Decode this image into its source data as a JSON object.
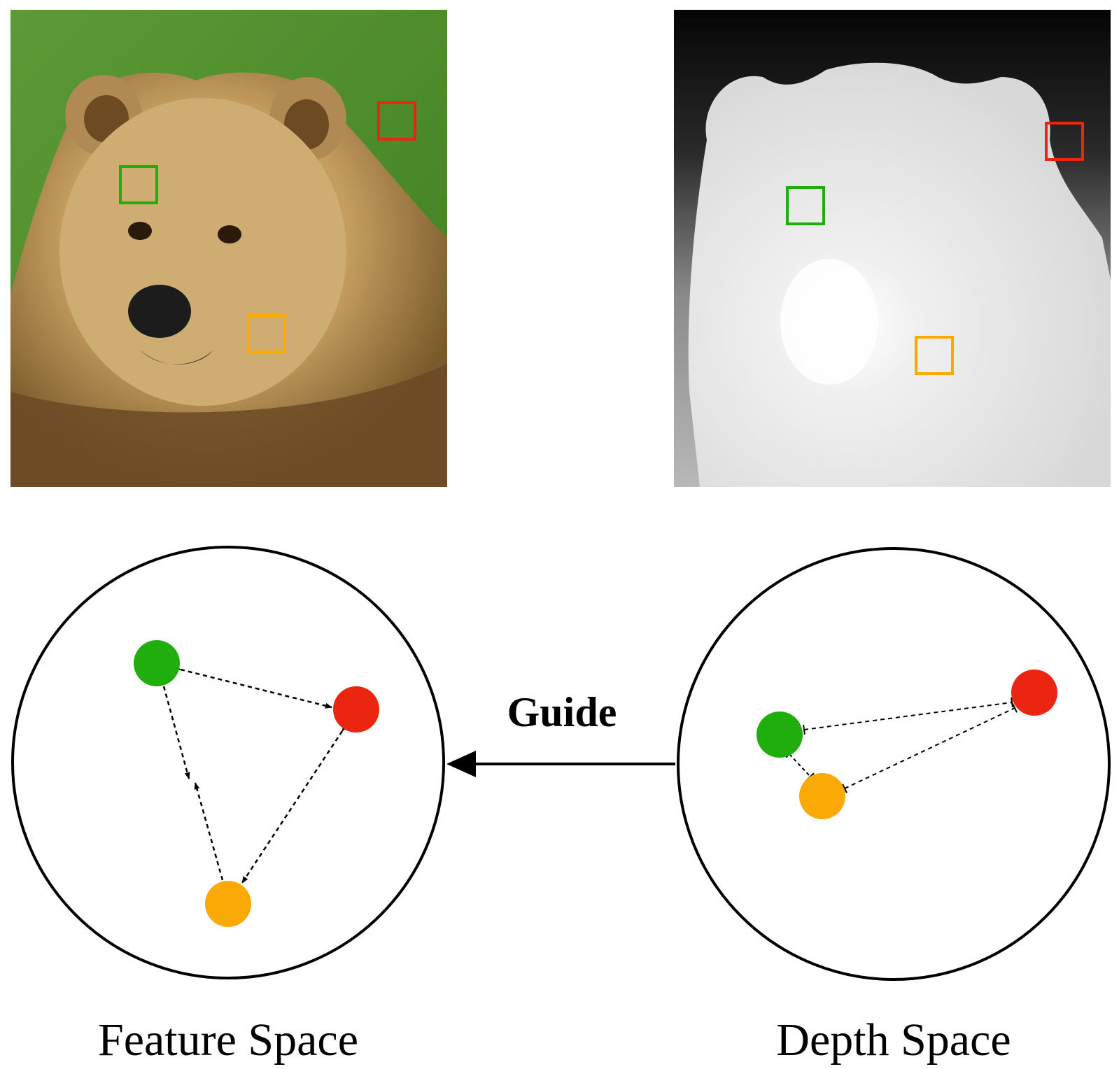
{
  "labels": {
    "guide": "Guide",
    "feature_space": "Feature Space",
    "depth_space": "Depth Space"
  },
  "colors": {
    "green": "#1fae0c",
    "red": "#ec2510",
    "orange": "#fba904",
    "grass": "#4f8f2e",
    "fur": "#c9a46a",
    "depth_background": "#0c0c0c",
    "depth_body": "#e0e0e0"
  },
  "panels": {
    "rgb_image": {
      "content": "photo of a brown bear face",
      "markers": [
        "green",
        "red",
        "orange"
      ]
    },
    "depth_image": {
      "content": "grayscale depth map of the bear",
      "markers": [
        "green",
        "red",
        "orange"
      ]
    }
  },
  "feature_space": {
    "points": [
      "green",
      "red",
      "orange"
    ],
    "relations": [
      {
        "from": "green",
        "to": "red",
        "type": "bidirectional-dashed"
      },
      {
        "from": "green",
        "to": "orange",
        "type": "converging-dashed"
      },
      {
        "from": "red",
        "to": "orange",
        "type": "bidirectional-dashed"
      }
    ]
  },
  "depth_space": {
    "points": [
      "green",
      "red",
      "orange"
    ],
    "relations": [
      {
        "from": "green",
        "to": "red",
        "type": "bar-ended-dashed"
      },
      {
        "from": "green",
        "to": "orange",
        "type": "bar-ended-dashed"
      },
      {
        "from": "orange",
        "to": "red",
        "type": "bar-ended-dashed"
      }
    ]
  }
}
